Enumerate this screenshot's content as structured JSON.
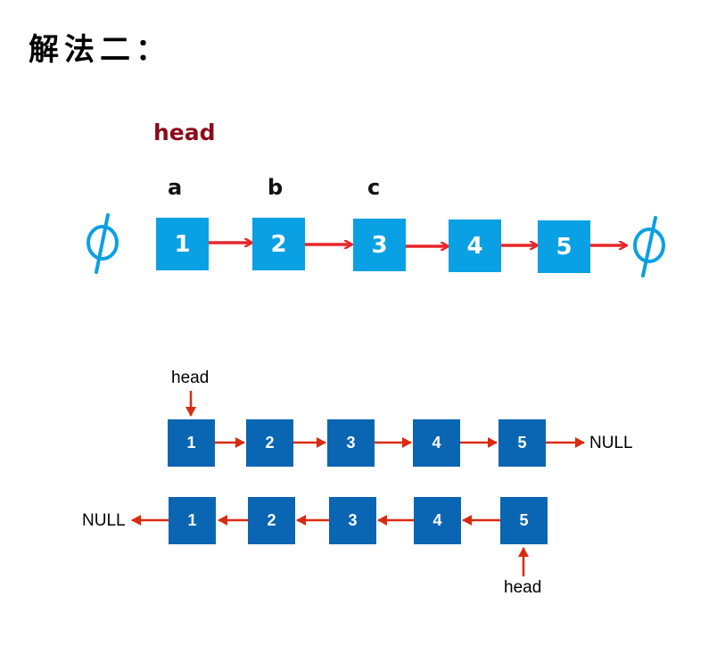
{
  "title": "解法二：",
  "diagram1": {
    "head_label": "head",
    "pointer_labels": [
      "a",
      "b",
      "c"
    ],
    "nodes": [
      "1",
      "2",
      "3",
      "4",
      "5"
    ],
    "null_symbol": "φ",
    "colors": {
      "node": "#0aa0e4",
      "arrow": "#e8262a",
      "null": "#0aa0e4",
      "head": "#8b0a1a"
    }
  },
  "diagram2": {
    "row1": {
      "head_label": "head",
      "nodes": [
        "1",
        "2",
        "3",
        "4",
        "5"
      ],
      "null_label": "NULL"
    },
    "row2": {
      "head_label": "head",
      "nodes": [
        "1",
        "2",
        "3",
        "4",
        "5"
      ],
      "null_label": "NULL"
    },
    "colors": {
      "node": "#0a66b2",
      "arrow": "#d92b10"
    }
  }
}
